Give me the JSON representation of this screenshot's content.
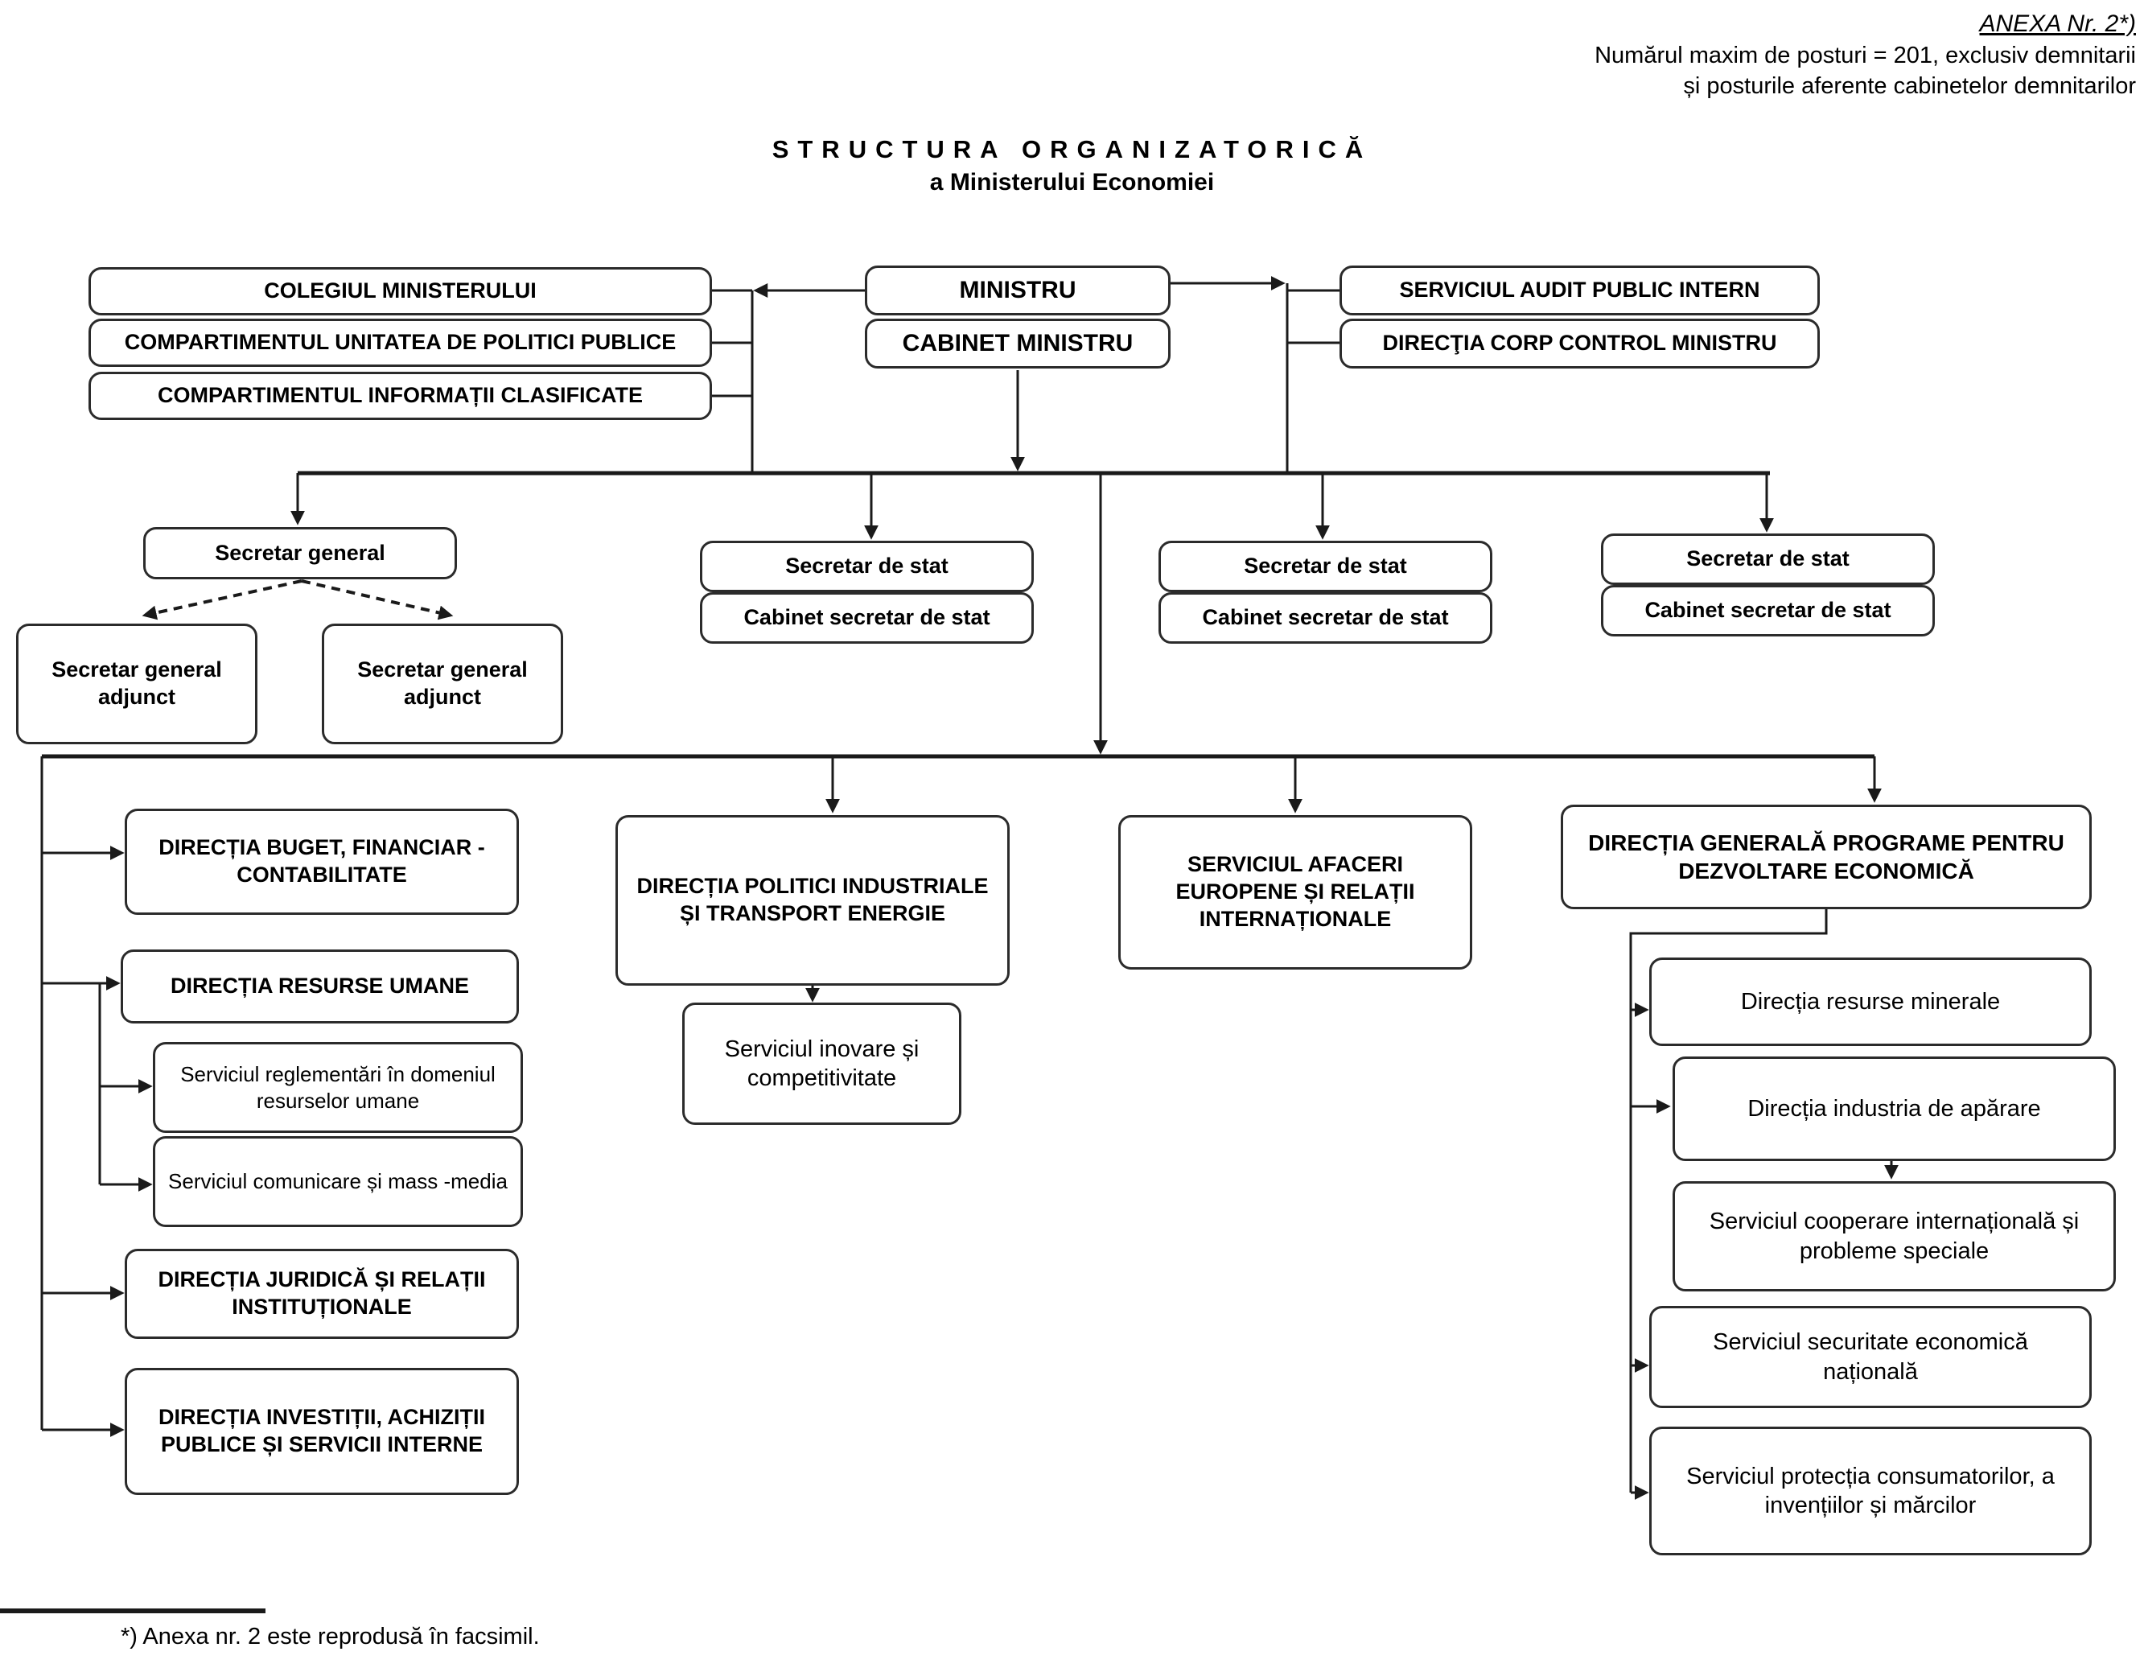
{
  "annex": {
    "line1": "ANEXA Nr. 2*)",
    "line2": "Numărul maxim de posturi = 201, exclusiv demnitarii",
    "line3": "și posturile aferente cabinetelor demnitarilor"
  },
  "title": {
    "line1": "STRUCTURA ORGANIZATORICĂ",
    "line2": "a Ministerului Economiei"
  },
  "footer": {
    "note": "*) Anexa nr. 2 este reprodusă în facsimil."
  },
  "colors": {
    "background": "#ffffff",
    "box_border": "#2b2b2b",
    "line": "#1a1a1a",
    "text": "#000000"
  },
  "nodes": {
    "colegiul": "COLEGIUL MINISTERULUI",
    "unitatea_politici_publice": "COMPARTIMENTUL UNITATEA DE POLITICI PUBLICE",
    "informatii_clasificate": "COMPARTIMENTUL INFORMAȚII CLASIFICATE",
    "ministru": "MINISTRU",
    "cabinet_ministru": "CABINET MINISTRU",
    "audit_public_intern": "SERVICIUL AUDIT PUBLIC INTERN",
    "corp_control": "DIRECŢIA CORP CONTROL MINISTRU",
    "secretar_general": "Secretar general",
    "secretar_general_adjunct": "Secretar general adjunct",
    "secretar_de_stat": "Secretar de stat",
    "cabinet_secretar_de_stat": "Cabinet secretar de stat",
    "buget_financiar": "DIRECȚIA BUGET, FINANCIAR - CONTABILITATE",
    "resurse_umane": "DIRECȚIA RESURSE UMANE",
    "reglementari_resurse_umane": "Serviciul reglementări în domeniul resurselor umane",
    "comunicare_mass_media": "Serviciul comunicare și mass -media",
    "juridica": "DIRECȚIA JURIDICĂ ȘI RELAȚII INSTITUȚIONALE",
    "investitii": "DIRECȚIA INVESTIȚII, ACHIZIȚII PUBLICE ȘI SERVICII INTERNE",
    "politici_industriale": "DIRECȚIA POLITICI INDUSTRIALE ȘI TRANSPORT ENERGIE",
    "inovare": "Serviciul inovare și competitivitate",
    "afaceri_europene": "SERVICIUL AFACERI EUROPENE ȘI RELAȚII INTERNAȚIONALE",
    "programe_dezvoltare": "DIRECȚIA GENERALĂ PROGRAME PENTRU DEZVOLTARE ECONOMICĂ",
    "resurse_minerale": "Direcția resurse minerale",
    "industria_aparare": "Direcția industria de apărare",
    "cooperare_internationala": "Serviciul cooperare internațională și probleme speciale",
    "securitate_economica": "Serviciul securitate economică națională",
    "protectia_consumatorilor": "Serviciul protecția consumatorilor, a invențiilor și mărcilor"
  }
}
